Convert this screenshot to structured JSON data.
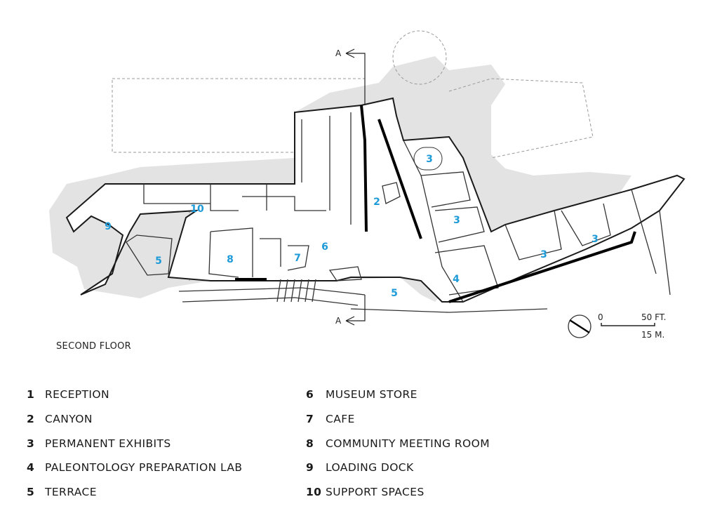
{
  "plan": {
    "floor_title": "SECOND FLOOR",
    "section_marker": "A",
    "north_arrow": "north-arrow-icon",
    "scale": {
      "zero": "0",
      "feet": "50 FT.",
      "meters": "15 M."
    },
    "room_labels": [
      {
        "id": "3",
        "text": "3"
      },
      {
        "id": "2",
        "text": "2"
      },
      {
        "id": "10",
        "text": "10"
      },
      {
        "id": "9",
        "text": "9"
      },
      {
        "id": "3",
        "text": "3"
      },
      {
        "id": "3",
        "text": "3"
      },
      {
        "id": "3",
        "text": "3"
      },
      {
        "id": "5",
        "text": "5"
      },
      {
        "id": "8",
        "text": "8"
      },
      {
        "id": "7",
        "text": "7"
      },
      {
        "id": "6",
        "text": "6"
      },
      {
        "id": "4",
        "text": "4"
      },
      {
        "id": "5",
        "text": "5"
      }
    ],
    "label_color": "#1d9ad8",
    "shade_color": "#e3e3e3"
  },
  "legend": [
    {
      "num": "1",
      "text": "RECEPTION"
    },
    {
      "num": "2",
      "text": "CANYON"
    },
    {
      "num": "3",
      "text": "PERMANENT EXHIBITS"
    },
    {
      "num": "4",
      "text": "PALEONTOLOGY PREPARATION LAB"
    },
    {
      "num": "5",
      "text": "TERRACE"
    },
    {
      "num": "6",
      "text": "MUSEUM STORE"
    },
    {
      "num": "7",
      "text": "CAFE"
    },
    {
      "num": "8",
      "text": "COMMUNITY MEETING ROOM"
    },
    {
      "num": "9",
      "text": "LOADING DOCK"
    },
    {
      "num": "10",
      "text": "SUPPORT SPACES"
    }
  ]
}
